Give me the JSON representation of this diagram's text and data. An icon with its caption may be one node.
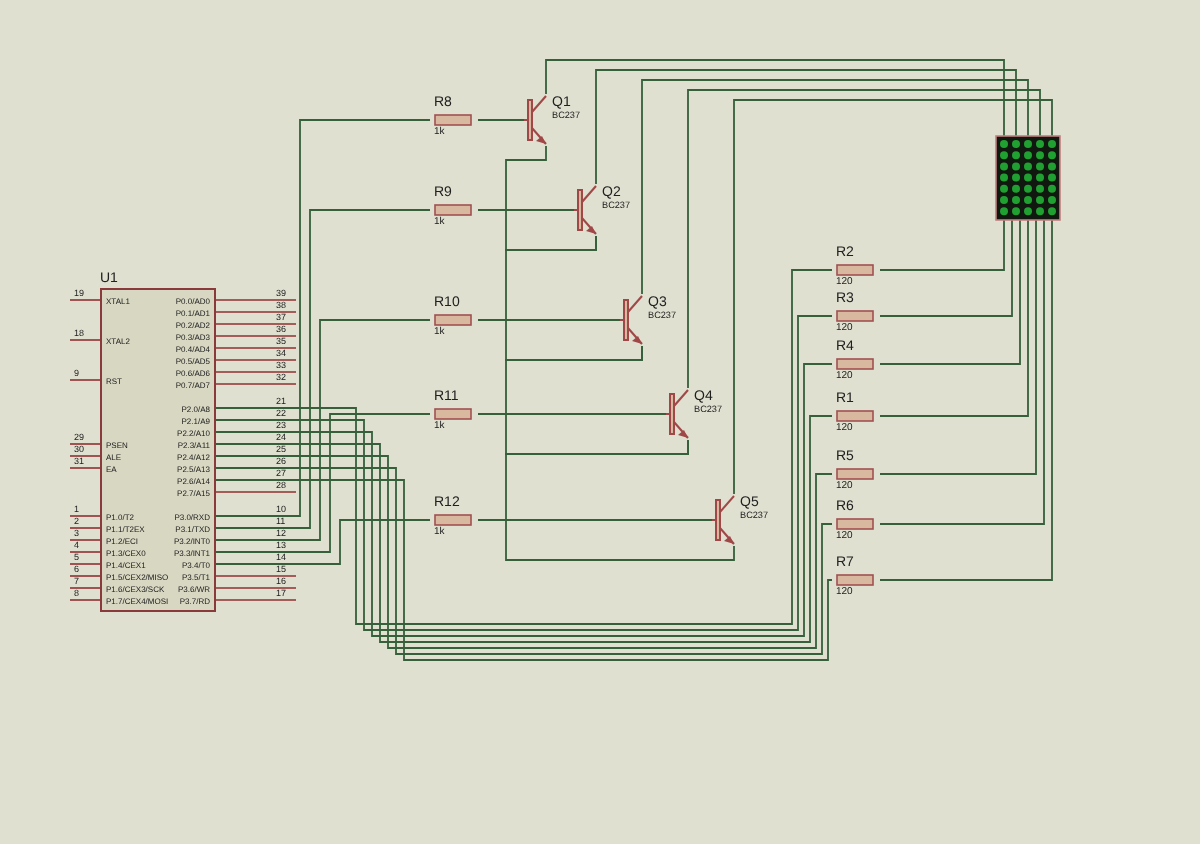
{
  "diagram": {
    "nodes": [
      {
        "text": [
          "U1",
          "XTAL1",
          "XTAL2",
          "RST",
          "PSEN",
          "ALE",
          "EA",
          "P1.0/T2",
          "P1.1/T2EX",
          "P1.2/ECI",
          "P1.3/CEX0",
          "P1.4/CEX1",
          "P1.5/CEX2/MISO",
          "P1.6/CEX3/SCK",
          "P1.7/CEX4/MOSI",
          "P0.0/AD0",
          "P0.1/AD1",
          "P0.2/AD2",
          "P0.3/AD3",
          "P0.4/AD4",
          "P0.5/AD5",
          "P0.6/AD6",
          "P0.7/AD7",
          "P2.0/A8",
          "P2.1/A9",
          "P2.2/A10",
          "P2.3/A11",
          "P2.4/A12",
          "P2.5/A13",
          "P2.6/A14",
          "P2.7/A15",
          "P3.0/RXD",
          "P3.1/TXD",
          "P3.2/INT0",
          "P3.3/INT1",
          "P3.4/T0",
          "P3.5/T1",
          "P3.6/WR",
          "P3.7/RD"
        ]
      },
      {
        "text": [
          "R8",
          "1k"
        ]
      },
      {
        "text": [
          "Q1",
          "BC237"
        ]
      },
      {
        "text": [
          "R9",
          "1k"
        ]
      },
      {
        "text": [
          "Q2",
          "BC237"
        ]
      },
      {
        "text": [
          "R10",
          "1k"
        ]
      },
      {
        "text": [
          "Q3",
          "BC237"
        ]
      },
      {
        "text": [
          "R11",
          "1k"
        ]
      },
      {
        "text": [
          "Q4",
          "BC237"
        ]
      },
      {
        "text": [
          "R12",
          "1k"
        ]
      },
      {
        "text": [
          "Q5",
          "BC237"
        ]
      },
      {
        "text": [
          "R2",
          "120"
        ]
      },
      {
        "text": [
          "R3",
          "120"
        ]
      },
      {
        "text": [
          "R4",
          "120"
        ]
      },
      {
        "text": [
          "R1",
          "120"
        ]
      },
      {
        "text": [
          "R5",
          "120"
        ]
      },
      {
        "text": [
          "R6",
          "120"
        ]
      },
      {
        "text": [
          "R7",
          "120"
        ]
      },
      {
        "text": [],
        "shape": "box"
      }
    ],
    "edges": [
      {
        "from": 0,
        "to": 1,
        "arrow": "none"
      },
      {
        "from": 0,
        "to": 3,
        "arrow": "none"
      },
      {
        "from": 0,
        "to": 5,
        "arrow": "none"
      },
      {
        "from": 0,
        "to": 7,
        "arrow": "none"
      },
      {
        "from": 0,
        "to": 9,
        "arrow": "none"
      },
      {
        "from": 1,
        "to": 2,
        "arrow": "none"
      },
      {
        "from": 3,
        "to": 4,
        "arrow": "none"
      },
      {
        "from": 5,
        "to": 6,
        "arrow": "none"
      },
      {
        "from": 7,
        "to": 8,
        "arrow": "none"
      },
      {
        "from": 9,
        "to": 10,
        "arrow": "none"
      },
      {
        "from": 2,
        "to": 18,
        "arrow": "none"
      },
      {
        "from": 4,
        "to": 18,
        "arrow": "none"
      },
      {
        "from": 6,
        "to": 18,
        "arrow": "none"
      },
      {
        "from": 8,
        "to": 18,
        "arrow": "none"
      },
      {
        "from": 10,
        "to": 18,
        "arrow": "none"
      },
      {
        "from": 2,
        "to": 4,
        "arrow": "none"
      },
      {
        "from": 4,
        "to": 6,
        "arrow": "none"
      },
      {
        "from": 6,
        "to": 8,
        "arrow": "none"
      },
      {
        "from": 8,
        "to": 10,
        "arrow": "none"
      },
      {
        "from": 0,
        "to": 11,
        "arrow": "none"
      },
      {
        "from": 0,
        "to": 12,
        "arrow": "none"
      },
      {
        "from": 0,
        "to": 13,
        "arrow": "none"
      },
      {
        "from": 0,
        "to": 14,
        "arrow": "none"
      },
      {
        "from": 0,
        "to": 15,
        "arrow": "none"
      },
      {
        "from": 0,
        "to": 16,
        "arrow": "none"
      },
      {
        "from": 0,
        "to": 17,
        "arrow": "none"
      },
      {
        "from": 11,
        "to": 18,
        "arrow": "none"
      },
      {
        "from": 12,
        "to": 18,
        "arrow": "none"
      },
      {
        "from": 13,
        "to": 18,
        "arrow": "none"
      },
      {
        "from": 14,
        "to": 18,
        "arrow": "none"
      },
      {
        "from": 15,
        "to": 18,
        "arrow": "none"
      },
      {
        "from": 16,
        "to": 18,
        "arrow": "none"
      },
      {
        "from": 17,
        "to": 18,
        "arrow": "none"
      }
    ],
    "labels": [
      "19",
      "18",
      "9",
      "29",
      "30",
      "31",
      "1",
      "2",
      "3",
      "4",
      "5",
      "6",
      "7",
      "8",
      "39",
      "38",
      "37",
      "36",
      "35",
      "34",
      "33",
      "32",
      "21",
      "22",
      "23",
      "24",
      "25",
      "26",
      "27",
      "28",
      "10",
      "11",
      "12",
      "13",
      "14",
      "15",
      "16",
      "17"
    ]
  }
}
